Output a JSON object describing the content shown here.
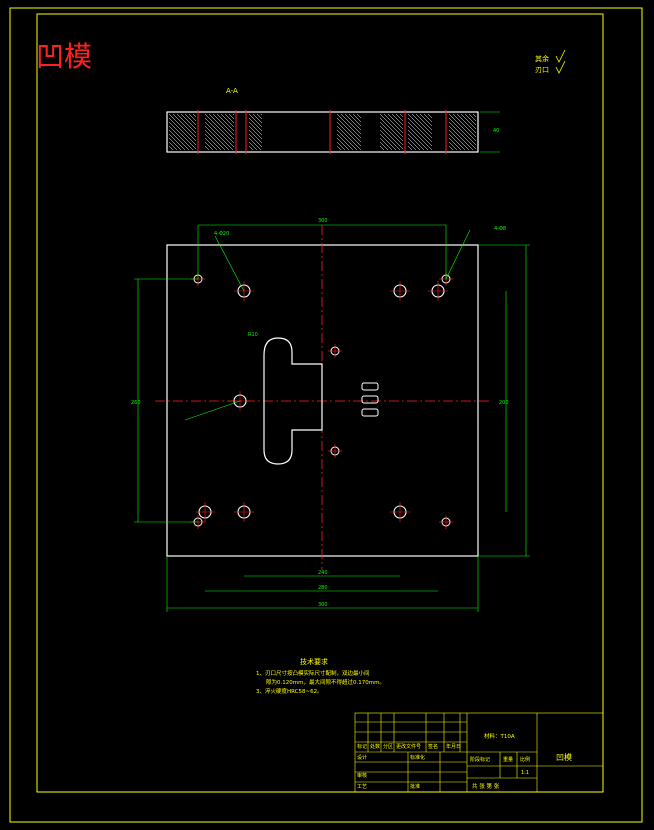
{
  "drawing_title": "凹模",
  "section_label": "A-A",
  "roughness": {
    "rest_label": "其余",
    "edge_label": "刃口"
  },
  "notes": {
    "heading": "技术要求",
    "lines": [
      "1、刃口尺寸按凸模实际尺寸配制，双边最小间",
      "隙为0.120mm，最大间隙不得超过0.170mm。",
      "3、淬火硬度HRC58~62。"
    ]
  },
  "title_block": {
    "part_name": "凹模",
    "material": "材料：T10A",
    "scale": "1:1",
    "sheet": "共 张 第 张",
    "roles": [
      "标记",
      "处数",
      "分区",
      "更改文件号",
      "签名",
      "年月日"
    ],
    "rows": [
      "设计",
      "标准化",
      "审核",
      "工艺",
      "批准"
    ],
    "stage_label": "阶段标记",
    "weight_label": "重量",
    "ratio_label": "比例"
  },
  "dimensions": {
    "overall_width": "300",
    "overall_height": "300",
    "hole_span": "240",
    "hole_span_outer": "280",
    "vertical_span": "260",
    "vertical_inner": "200",
    "dia_label_1": "4-Φ20",
    "dia_label_2": "4-Φ8",
    "slot_label": "R10",
    "thickness": "40"
  },
  "colors": {
    "frame": "#ffff00",
    "part": "#ffffff",
    "dim": "#00ff00",
    "center": "#ff0000"
  }
}
